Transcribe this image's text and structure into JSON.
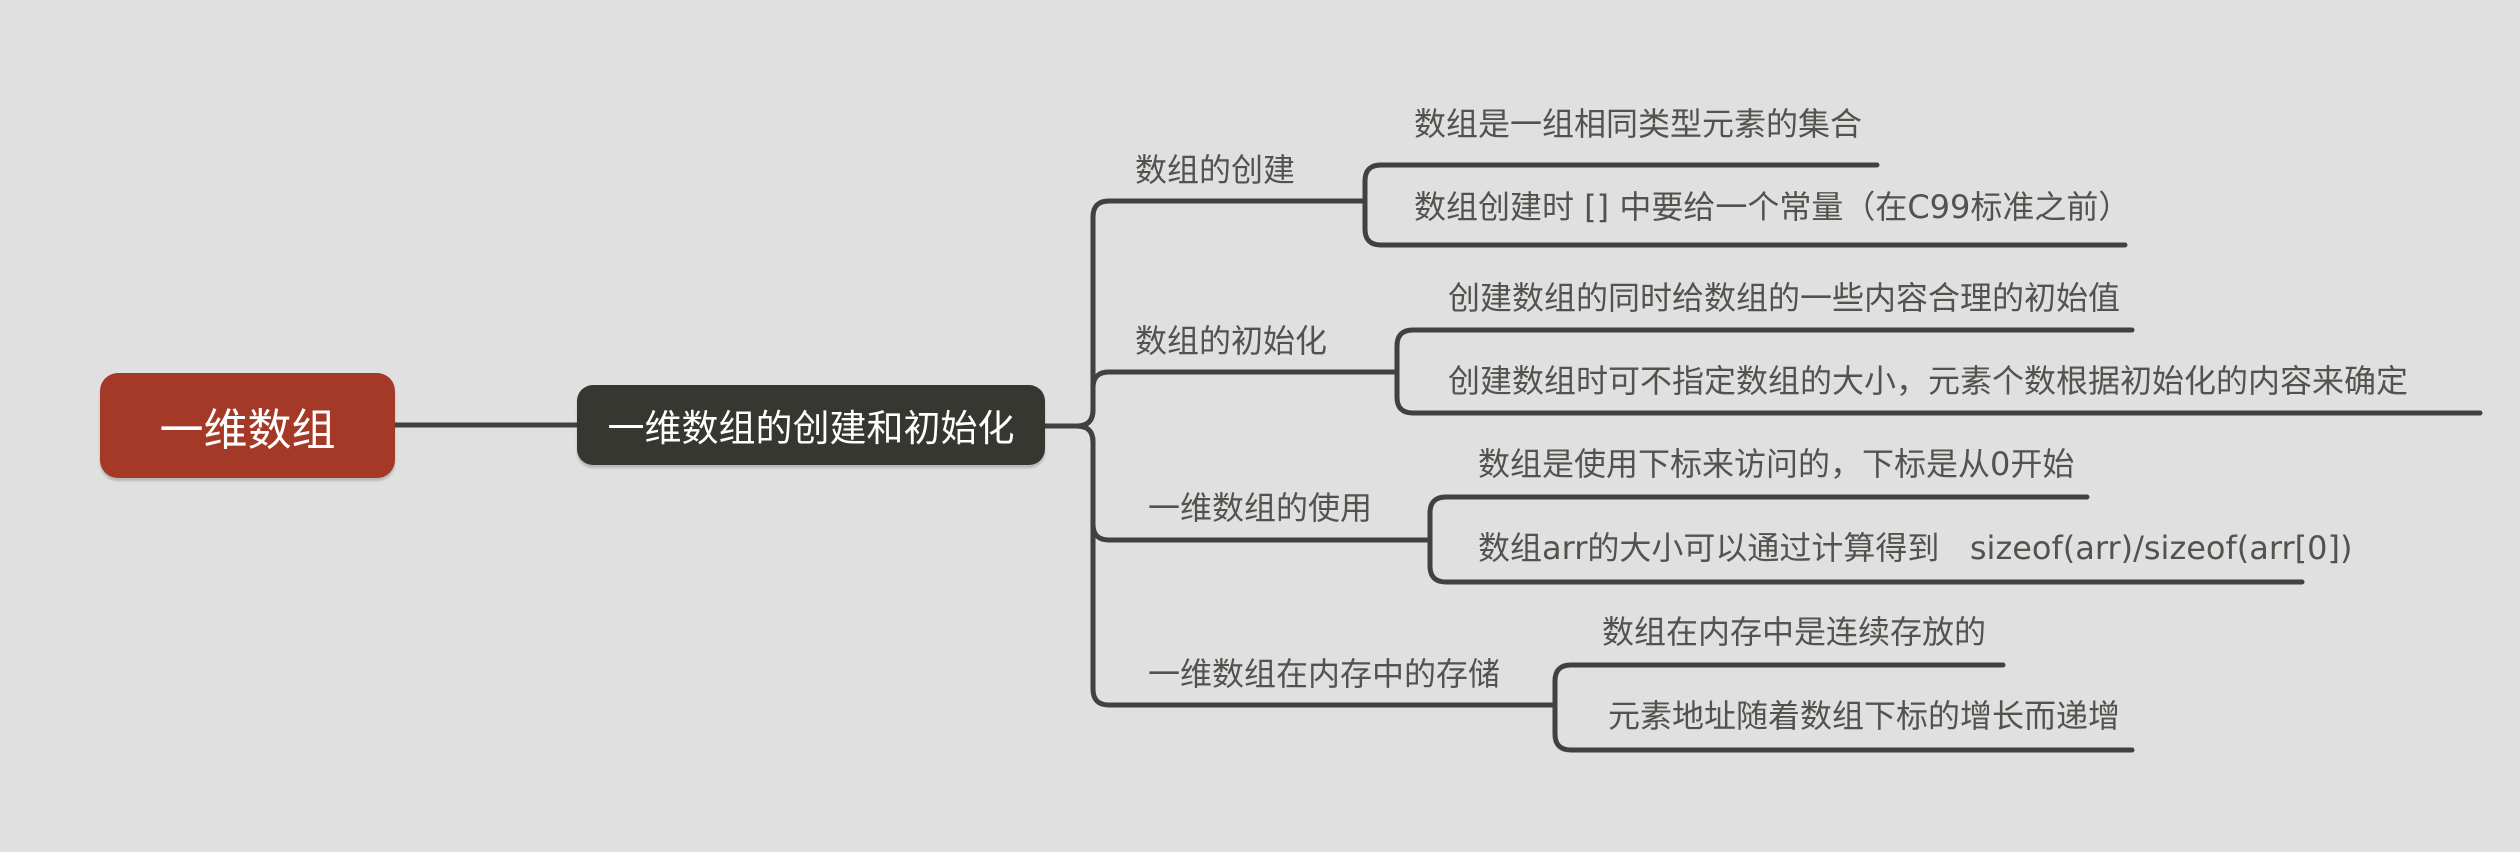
{
  "colors": {
    "background": "#e0e0e0",
    "root_fill": "#a53928",
    "central_fill": "#373731",
    "line": "#414042",
    "leaf_text": "#53524e",
    "node_text": "#ffffff"
  },
  "mindmap": {
    "root": {
      "label": "一维数组"
    },
    "central": {
      "label": "一维数组的创建和初始化"
    },
    "branches": [
      {
        "label": "数组的创建",
        "children": [
          "数组是一组相同类型元素的集合",
          "数组创建时 [] 中要给一个常量（在C99标准之前）"
        ]
      },
      {
        "label": "数组的初始化",
        "children": [
          "创建数组的同时给数组的一些内容合理的初始值",
          "创建数组时可不指定数组的大小，元素个数根据初始化的内容来确定"
        ]
      },
      {
        "label": "一维数组的使用",
        "children": [
          "数组是使用下标来访问的，下标是从0开始",
          "数组arr的大小可以通过计算得到   sizeof(arr)/sizeof(arr[0])"
        ]
      },
      {
        "label": "一维数组在内存中的存储",
        "children": [
          "数组在内存中是连续存放的",
          "元素地址随着数组下标的增长而递增"
        ]
      }
    ]
  }
}
